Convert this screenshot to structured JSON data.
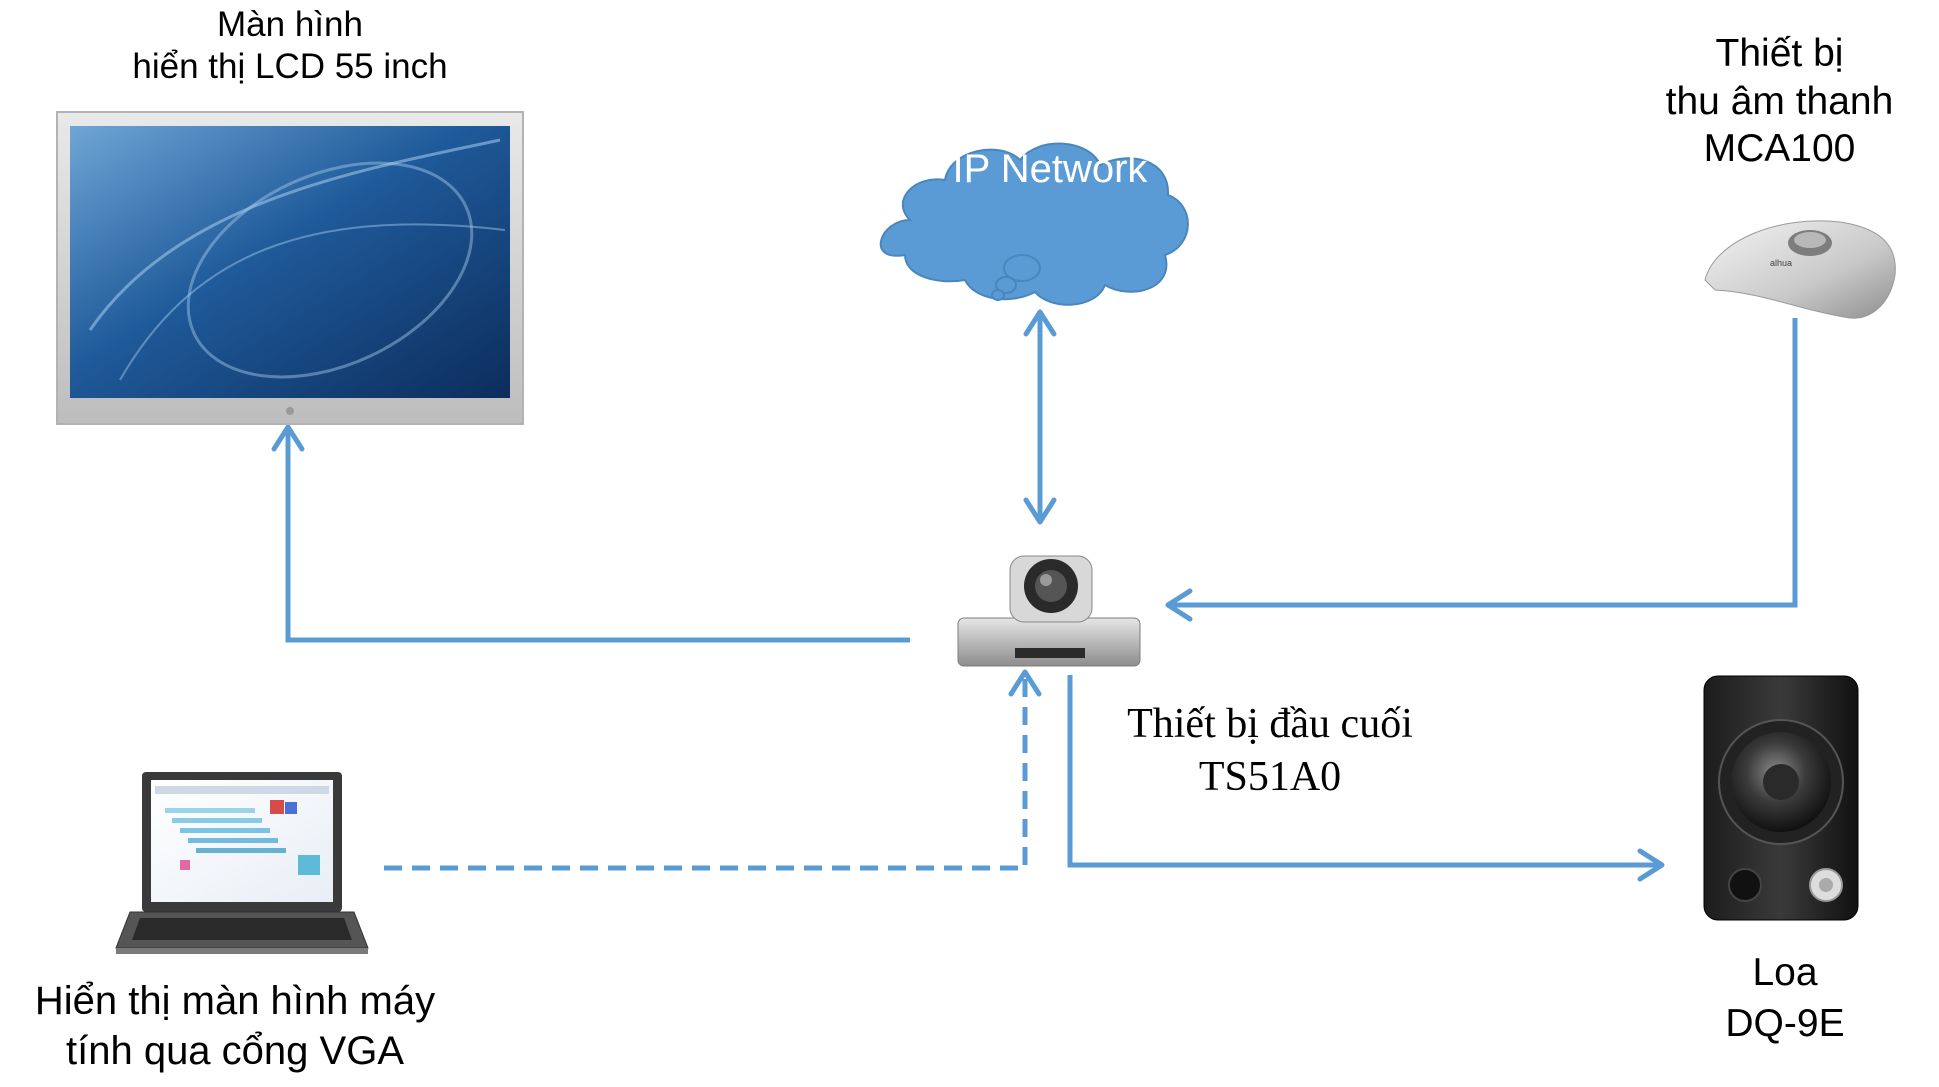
{
  "colors": {
    "connector": "#5b9bd5",
    "cloud_fill": "#5b9bd5",
    "cloud_text": "#ffffff"
  },
  "nodes": {
    "lcd": {
      "line1": "Màn hình",
      "line2": "hiển thị LCD 55 inch",
      "icon": "lcd-monitor-icon"
    },
    "network": {
      "label": "IP Network",
      "icon": "cloud-icon"
    },
    "mic": {
      "line1": "Thiết bị",
      "line2": "thu âm thanh",
      "line3": "MCA100",
      "icon": "microphone-icon"
    },
    "terminal": {
      "line1": "Thiết bị đầu cuối",
      "line2": "TS51A0",
      "icon": "video-conference-camera-icon"
    },
    "laptop": {
      "line1": "Hiển thị màn hình máy",
      "line2": "tính qua cổng VGA",
      "icon": "laptop-icon"
    },
    "speaker": {
      "line1": "Loa",
      "line2": "DQ-9E",
      "icon": "speaker-icon"
    }
  },
  "connections": [
    {
      "from": "terminal",
      "to": "lcd",
      "style": "solid",
      "arrow": "end"
    },
    {
      "from": "terminal",
      "to": "network",
      "style": "solid",
      "arrow": "both"
    },
    {
      "from": "mic",
      "to": "terminal",
      "style": "solid",
      "arrow": "end"
    },
    {
      "from": "laptop",
      "to": "terminal",
      "style": "dashed",
      "arrow": "end"
    },
    {
      "from": "terminal",
      "to": "speaker",
      "style": "solid",
      "arrow": "end"
    }
  ]
}
